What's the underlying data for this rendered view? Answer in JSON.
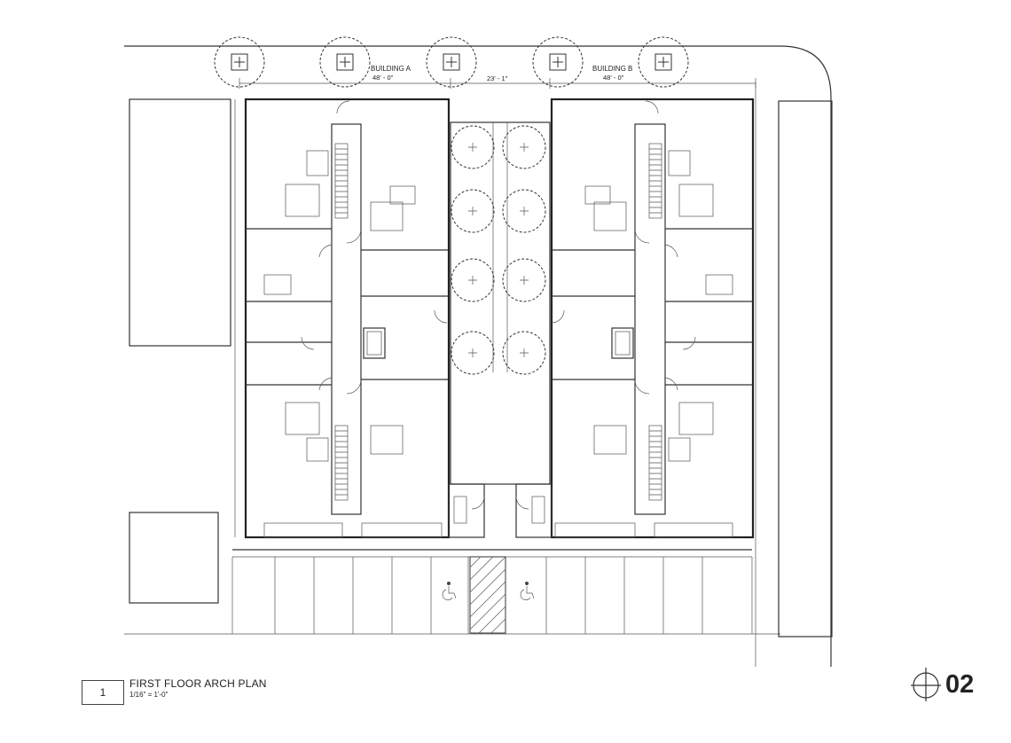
{
  "dimensions": {
    "building_a_label": "BUILDING A",
    "building_a_width": "48' - 0\"",
    "courtyard_width": "23' - 1\"",
    "building_b_label": "BUILDING B",
    "building_b_width": "48' - 0\""
  },
  "title_block": {
    "number": "1",
    "title": "FIRST FLOOR ARCH PLAN",
    "scale": "1/16\" = 1'-0\""
  },
  "sheet": {
    "id": "02"
  },
  "icons": {
    "north_arrow": "north-arrow-icon",
    "accessible_parking": "accessible-parking-icon",
    "street_tree": "street-tree-icon",
    "courtyard_tree": "courtyard-tree-icon"
  }
}
